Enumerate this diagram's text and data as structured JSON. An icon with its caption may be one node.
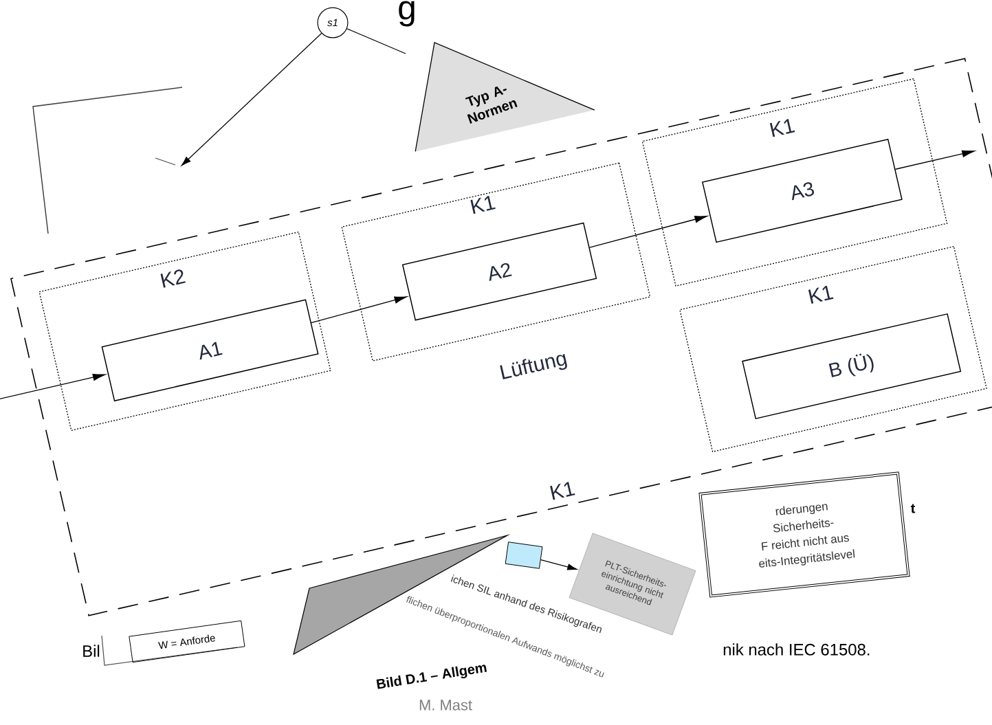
{
  "diagram": {
    "nodes": [
      {
        "text": [
          "Lüftung",
          "K1"
        ]
      },
      {
        "text": [
          "K2"
        ],
        "in": 0
      },
      {
        "text": [
          "A1"
        ],
        "in": 1
      },
      {
        "text": [
          "K1"
        ],
        "in": 0
      },
      {
        "text": [
          "A2"
        ],
        "in": 3
      },
      {
        "text": [
          "K1"
        ],
        "in": 0
      },
      {
        "text": [
          "A3"
        ],
        "in": 5
      },
      {
        "text": [
          "K1"
        ],
        "in": 0
      },
      {
        "text": [
          "B (Ü)"
        ],
        "in": 7
      },
      {
        "text": [
          "s1"
        ]
      },
      {
        "text": [
          "Typ A-Normen"
        ]
      },
      {
        "text": [
          "PLT-Sicherheits- einrichtung nicht ausreichend"
        ]
      },
      {
        "text": [
          "rderungen",
          "Sicherheits-",
          "F reicht nicht aus",
          "eits-Integritätslevel"
        ]
      },
      {
        "text": [
          "W = Anforde"
        ]
      },
      {
        "text": [],
        "shape": "box"
      }
    ],
    "edges": [
      {
        "from": null,
        "to": 2,
        "arrow": "to"
      },
      {
        "from": 2,
        "to": 4,
        "arrow": "to"
      },
      {
        "from": 4,
        "to": 6,
        "arrow": "to"
      },
      {
        "from": 6,
        "to": null,
        "arrow": "to"
      },
      {
        "from": 9,
        "to": null,
        "arrow": "to"
      },
      {
        "from": 9,
        "to": null,
        "arrow": "none"
      },
      {
        "from": 14,
        "to": 11,
        "arrow": "to"
      }
    ],
    "labels": [
      "g",
      "t",
      "ichen SIL anhand des Risikografen",
      "flichen überproportionalen Aufwands möglichst zu",
      "Bil",
      "nik nach IEC 61508.",
      "Bild D.1 – Allgem",
      "M. Mast"
    ]
  }
}
